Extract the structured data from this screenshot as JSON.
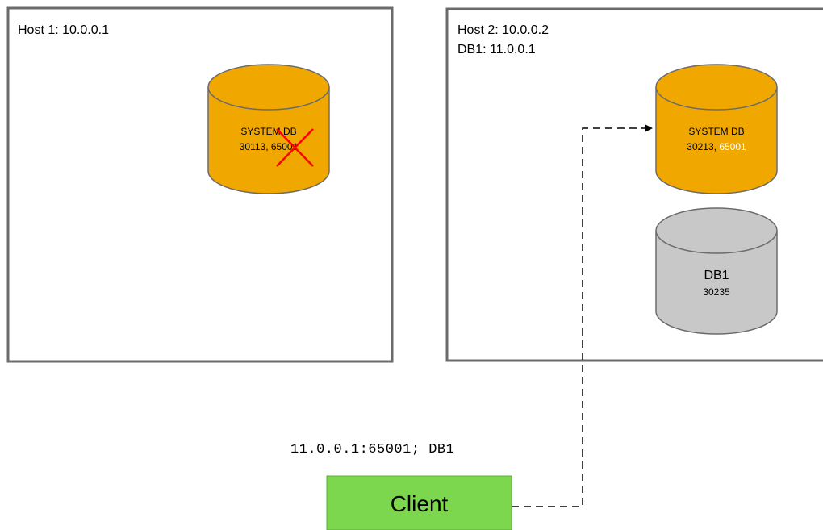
{
  "colors": {
    "system_db_fill": "#F0A800",
    "db1_fill": "#C8C8C8",
    "client_fill": "#7CD64E",
    "host_border": "#6B6B6B",
    "failure_mark": "#FF0000",
    "highlight_port": "#FFFFFF"
  },
  "host1": {
    "label": "Host 1: 10.0.0.1",
    "system_db": {
      "name": "SYSTEM DB",
      "ports": "30113, 65001",
      "status": "failed"
    }
  },
  "host2": {
    "label_line1": "Host 2: 10.0.0.2",
    "label_line2": "DB1: 11.0.0.1",
    "system_db": {
      "name": "SYSTEM DB",
      "port_primary": "30213, ",
      "port_highlight": "65001"
    },
    "db1": {
      "name": "DB1",
      "port": "30235"
    }
  },
  "connection_string": "11.0.0.1:65001; DB1",
  "client": {
    "label": "Client"
  }
}
